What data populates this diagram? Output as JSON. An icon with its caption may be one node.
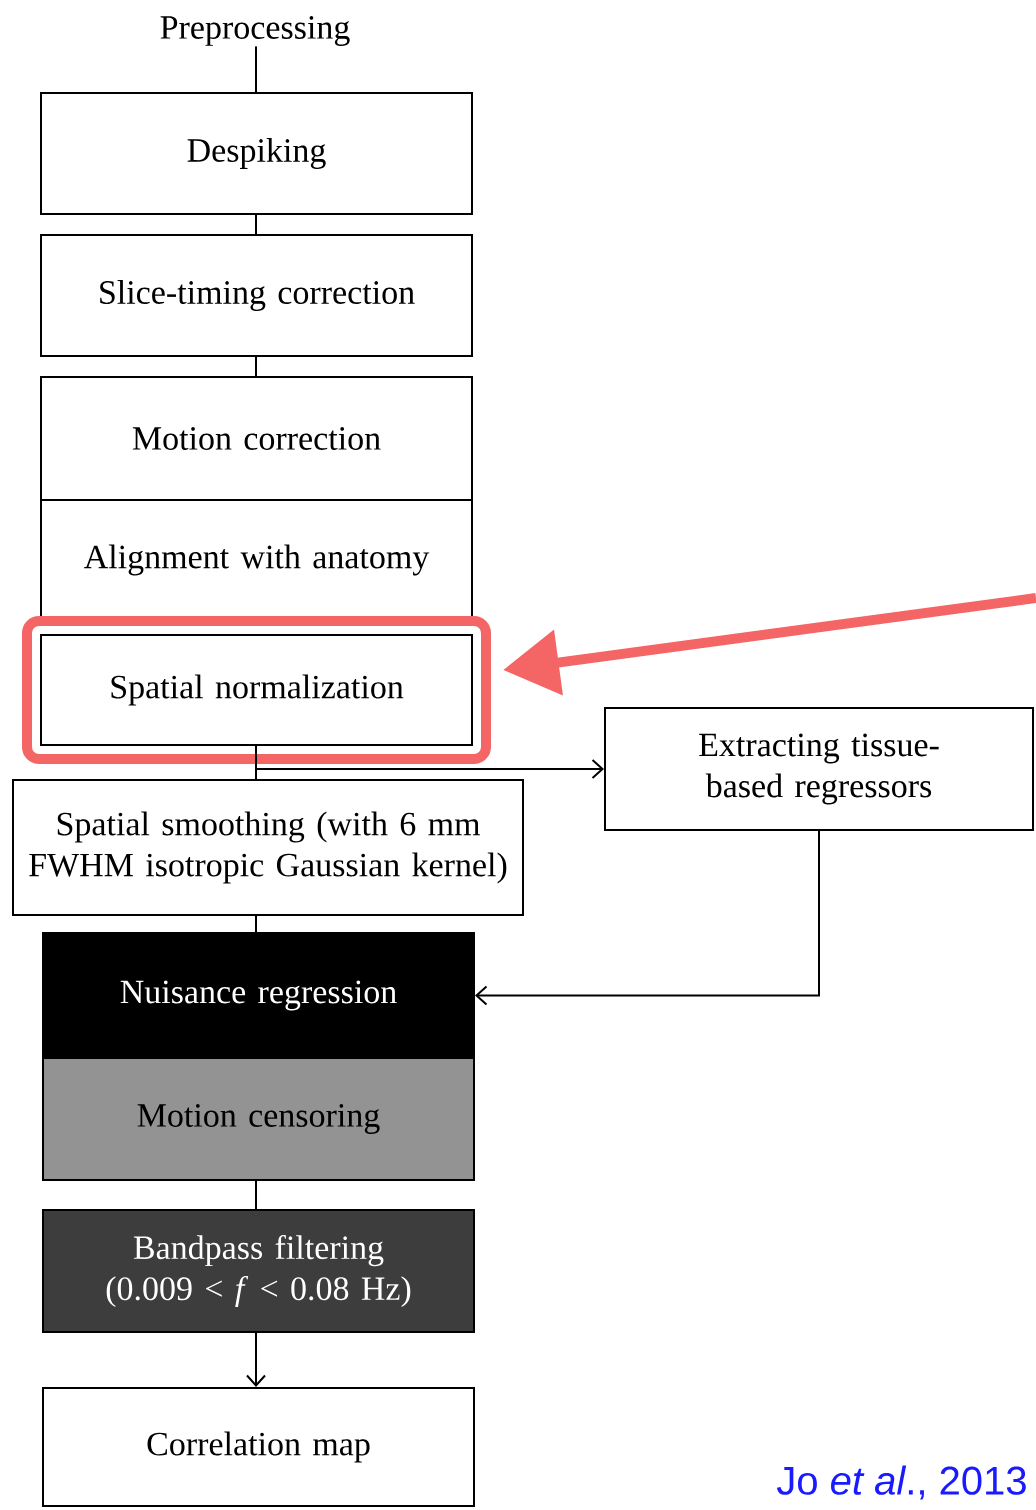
{
  "diagram": {
    "nodes": [
      {
        "text": [
          "Preprocessing"
        ]
      },
      {
        "text": [
          "Despiking"
        ]
      },
      {
        "text": [
          "Slice-timing correction"
        ]
      },
      {
        "text": [
          "Motion correction"
        ]
      },
      {
        "text": [
          "Alignment with anatomy"
        ]
      },
      {
        "text": [],
        "shape": "box"
      },
      {
        "text": [
          "Spatial normalization"
        ],
        "in": 5
      },
      {
        "text": [
          "Spatial smoothing (with 6 mm FWHM isotropic Gaussian kernel)"
        ]
      },
      {
        "text": [
          "Extracting tissue-based regressors"
        ]
      },
      {
        "text": [
          "Nuisance regression"
        ]
      },
      {
        "text": [
          "Motion censoring"
        ]
      },
      {
        "text": [
          "Bandpass filtering (0.009 < *f* < 0.08 Hz)"
        ]
      },
      {
        "text": [
          "Correlation map"
        ]
      }
    ],
    "edges": [
      {
        "from": 0,
        "to": 1,
        "arrow": "none"
      },
      {
        "from": 1,
        "to": 2,
        "arrow": "none"
      },
      {
        "from": 2,
        "to": 3,
        "arrow": "none"
      },
      {
        "from": 6,
        "to": 7,
        "arrow": "none"
      },
      {
        "from": 6,
        "to": 8,
        "arrow": "to"
      },
      {
        "from": 8,
        "to": 9,
        "arrow": "to"
      },
      {
        "from": 7,
        "to": 9,
        "arrow": "none"
      },
      {
        "from": 10,
        "to": 11,
        "arrow": "none"
      },
      {
        "from": 11,
        "to": 12,
        "arrow": "to"
      },
      {
        "from": null,
        "to": 5,
        "arrow": "to",
        "style": "thick",
        "color": "#f46565"
      }
    ],
    "labels": [
      "Jo *et al*., 2013"
    ]
  }
}
